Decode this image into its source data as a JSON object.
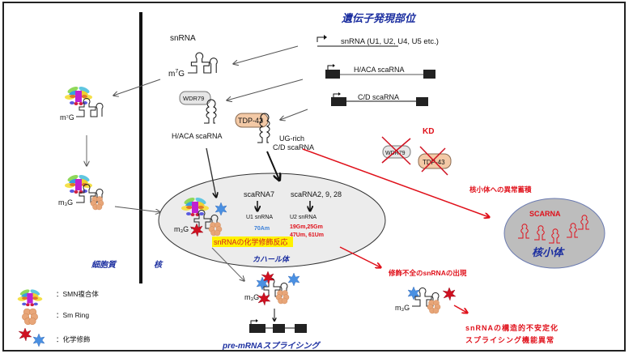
{
  "title": "遺伝子発現部位",
  "compartments": {
    "cytoplasm": "細胞質",
    "nucleus": "核",
    "cajal_body": "カハール体",
    "nucleolus": "核小体"
  },
  "genes": [
    {
      "label": "snRNA  (U1, U2, U4, U5 etc.)"
    },
    {
      "label": "H/ACA scaRNA"
    },
    {
      "label": "C/D scaRNA"
    }
  ],
  "rna_labels": {
    "snrna": "snRNA",
    "m7g_sup": "m7G",
    "m7g": "m",
    "m7g_exp": "7",
    "g": "G",
    "m3g": "m₃G",
    "haca": "H/ACA scaRNA",
    "ugrich_1": "UG-rich",
    "ugrich_2": "C/D scaRNA"
  },
  "proteins": {
    "wdr79": "WDR79",
    "tdp43": "TDP-43"
  },
  "knockdown": {
    "label": "KD",
    "wdr79": "WDR79",
    "tdp43": "TDP-43"
  },
  "cajal": {
    "scarna7": "scaRNA7",
    "scarna2": "scaRNA2, 9, 28",
    "u1": "U1 snRNA",
    "u2": "U2 snRNA",
    "u1_mod": "70Am",
    "u2_mod_1": "19Gm,25Gm",
    "u2_mod_2": "47Um, 61Um",
    "reaction": "snRNAの化学修飾反応"
  },
  "abnormal": {
    "accumulation": "核小体への異常蓄積",
    "scarna": "SCARNA",
    "incomplete": "修飾不全のsnRNAの出現",
    "result_1": "snRNAの構造的不安定化",
    "result_2": "スプライシング機能異常"
  },
  "splicing": "pre-mRNAスプライシング",
  "legend": [
    {
      "icon": "smn-complex-icon",
      "label": "：SMN複合体"
    },
    {
      "icon": "sm-ring-icon",
      "label": "：Sm Ring"
    },
    {
      "icon": "chemical-modification-icon",
      "label": "：化学修飾"
    }
  ],
  "colors": {
    "blue_title": "#1c2fa0",
    "red": "#e0101a",
    "mod_blue": "#3a7fd8",
    "sm_ring": "#e8a679",
    "tdp43": "#f3c9a6",
    "wdr79": "#e6e6e6",
    "cajal_fill": "#ececec",
    "nucleolus_fill": "#bdbdbd"
  }
}
